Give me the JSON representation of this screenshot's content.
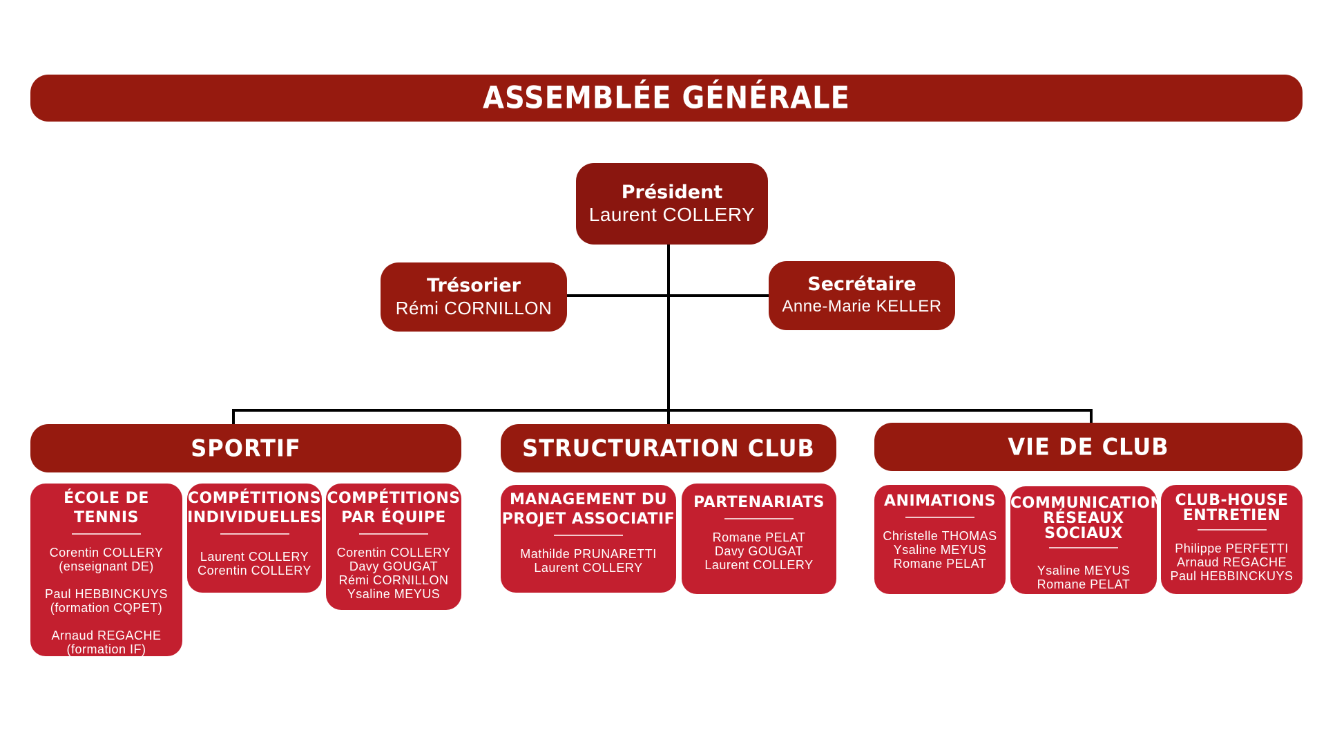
{
  "header": {
    "title": "ASSEMBLÉE GÉNÉRALE"
  },
  "president": {
    "role": "Président",
    "name": "Laurent COLLERY"
  },
  "tresorier": {
    "role": "Trésorier",
    "name": "Rémi CORNILLON"
  },
  "secretaire": {
    "role": "Secrétaire",
    "name": "Anne-Marie KELLER"
  },
  "sections": [
    {
      "title": "SPORTIF",
      "cards": [
        {
          "title": "ÉCOLE DE TENNIS",
          "groups": [
            "Corentin COLLERY\n(enseignant DE)",
            "Paul HEBBINCKUYS\n(formation CQPET)",
            "Arnaud REGACHE\n(formation IF)"
          ]
        },
        {
          "title": "COMPÉTITIONS\nINDIVIDUELLES",
          "groups": [
            "Laurent COLLERY\nCorentin COLLERY"
          ]
        },
        {
          "title": "COMPÉTITIONS\nPAR ÉQUIPE",
          "groups": [
            "Corentin COLLERY\nDavy GOUGAT\nRémi CORNILLON\nYsaline MEYUS"
          ]
        }
      ]
    },
    {
      "title": "STRUCTURATION CLUB",
      "cards": [
        {
          "title": "MANAGEMENT DU\nPROJET ASSOCIATIF",
          "groups": [
            "Mathilde PRUNARETTI\nLaurent COLLERY"
          ]
        },
        {
          "title": "PARTENARIATS",
          "groups": [
            "Romane PELAT\nDavy GOUGAT\nLaurent COLLERY"
          ]
        }
      ]
    },
    {
      "title": "VIE DE CLUB",
      "cards": [
        {
          "title": "ANIMATIONS",
          "groups": [
            "Christelle THOMAS\nYsaline MEYUS\nRomane PELAT"
          ]
        },
        {
          "title": "COMMUNICATION\nRÉSEAUX SOCIAUX",
          "groups": [
            "Ysaline MEYUS\nRomane PELAT"
          ]
        },
        {
          "title": "CLUB-HOUSE\nENTRETIEN",
          "groups": [
            "Philippe PERFETTI\nArnaud REGACHE\nPaul HEBBINCKUYS"
          ]
        }
      ]
    }
  ]
}
